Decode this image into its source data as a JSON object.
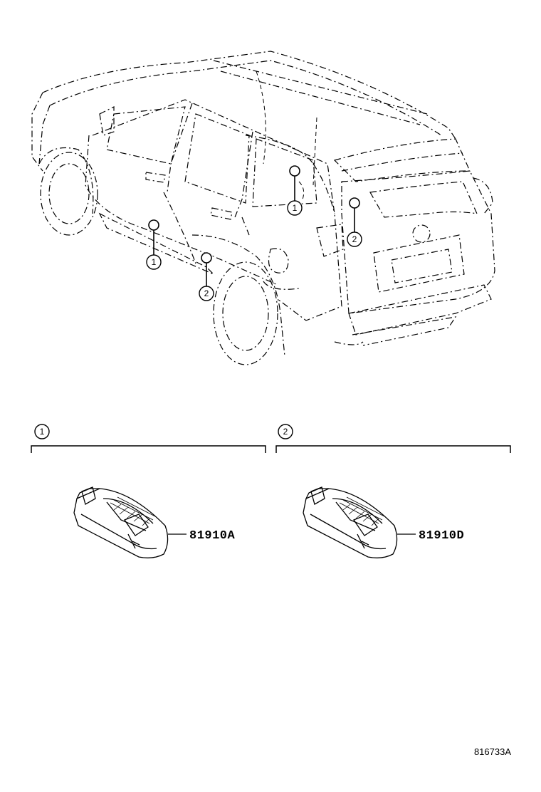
{
  "callouts": {
    "one": "1",
    "two": "2"
  },
  "sections": [
    {
      "marker": "1",
      "part_number": "81910A"
    },
    {
      "marker": "2",
      "part_number": "81910D"
    }
  ],
  "illustration_ref": "816733A",
  "colors": {
    "line": "#000000",
    "background": "#ffffff"
  }
}
